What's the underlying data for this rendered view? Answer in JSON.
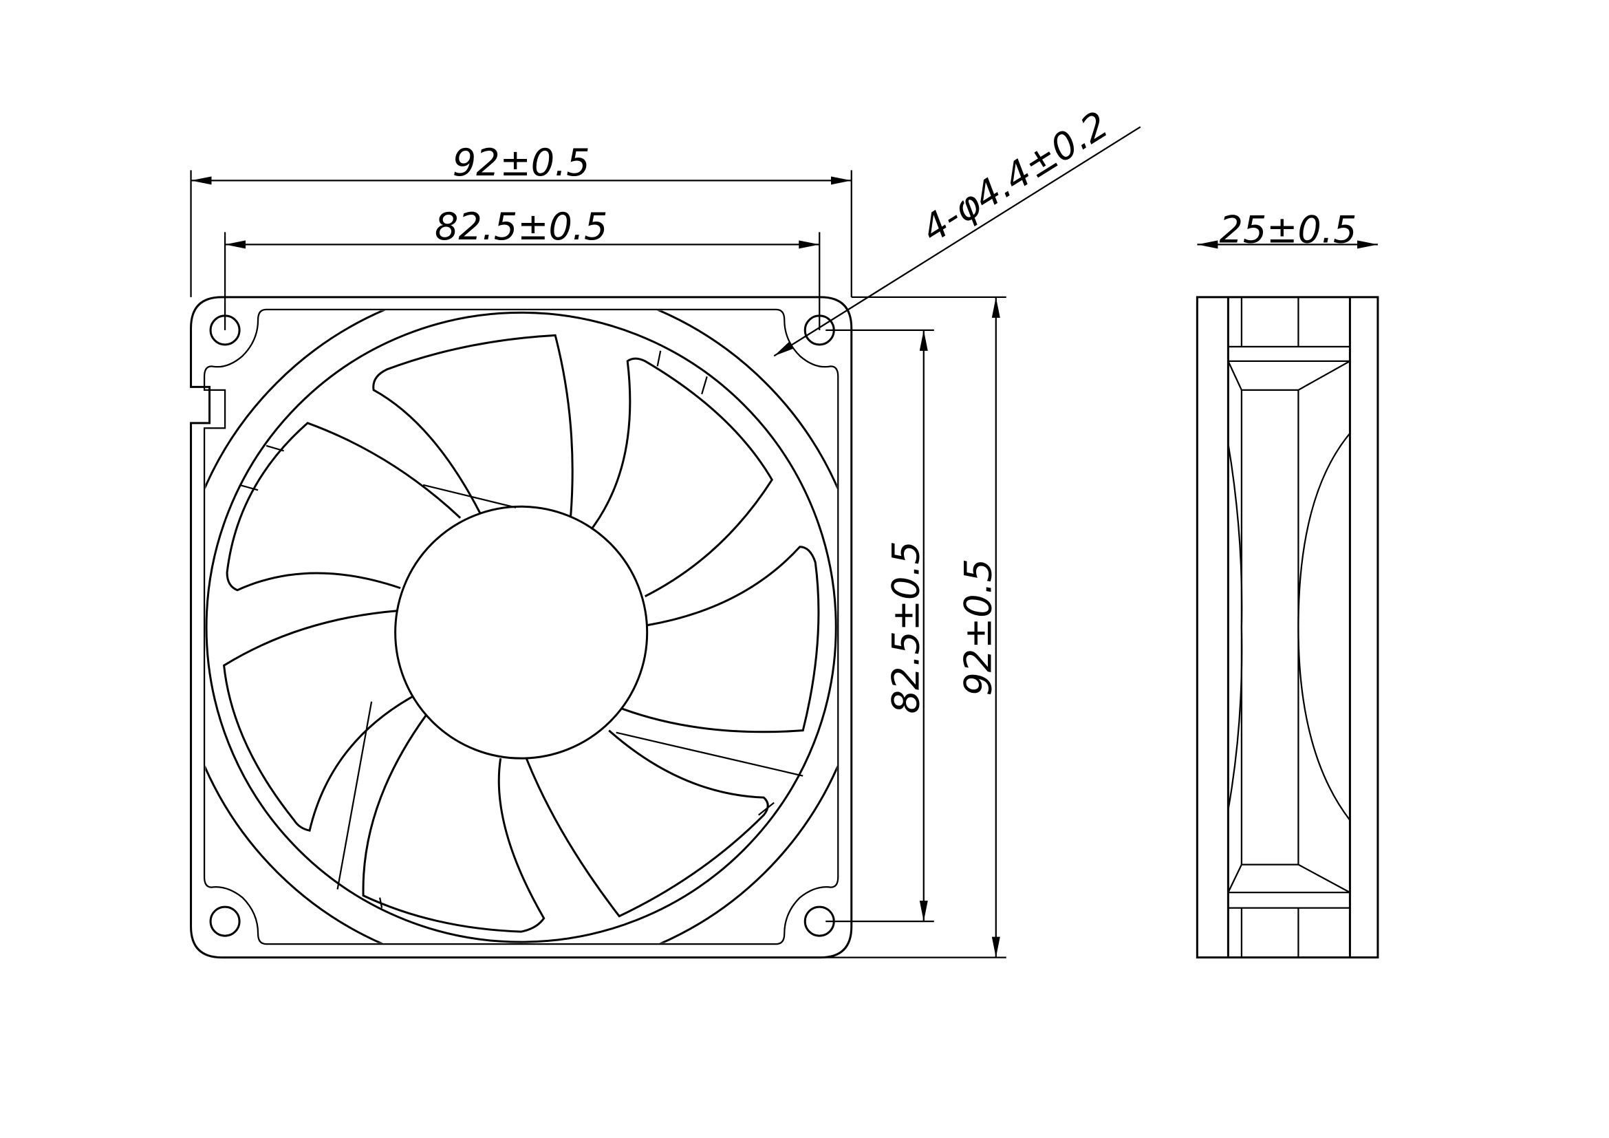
{
  "front_view": {
    "width_overall": "92±0.5",
    "width_hole_spacing": "82.5±0.5",
    "height_hole_spacing": "82.5±0.5",
    "height_overall": "92±0.5",
    "mounting_holes": "4-φ4.4±0.2",
    "blade_count": 7
  },
  "side_view": {
    "depth": "25±0.5"
  },
  "colors": {
    "line": "#000000",
    "background": "#ffffff"
  }
}
